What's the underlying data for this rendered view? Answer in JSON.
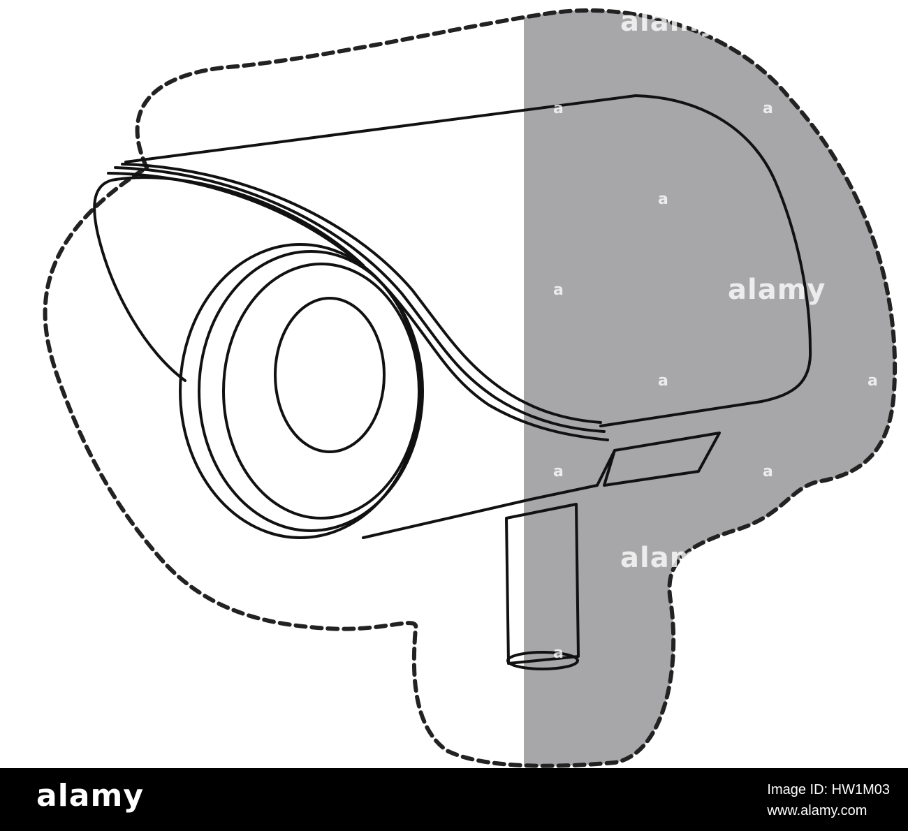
{
  "colors": {
    "shadow": "#a7a7aa",
    "outline": "#111111",
    "dashed_border": "#222222",
    "footer_background": "#000000"
  },
  "illustration": {
    "subject": "cctv-camera-icon"
  },
  "watermarks": {
    "top": "alamy",
    "middle": "alamy",
    "lower": "alamy",
    "small_mark": "a"
  },
  "footer": {
    "brand": "alamy",
    "image_id_line": "Image ID: HW1M03",
    "url": "www.alamy.com"
  }
}
